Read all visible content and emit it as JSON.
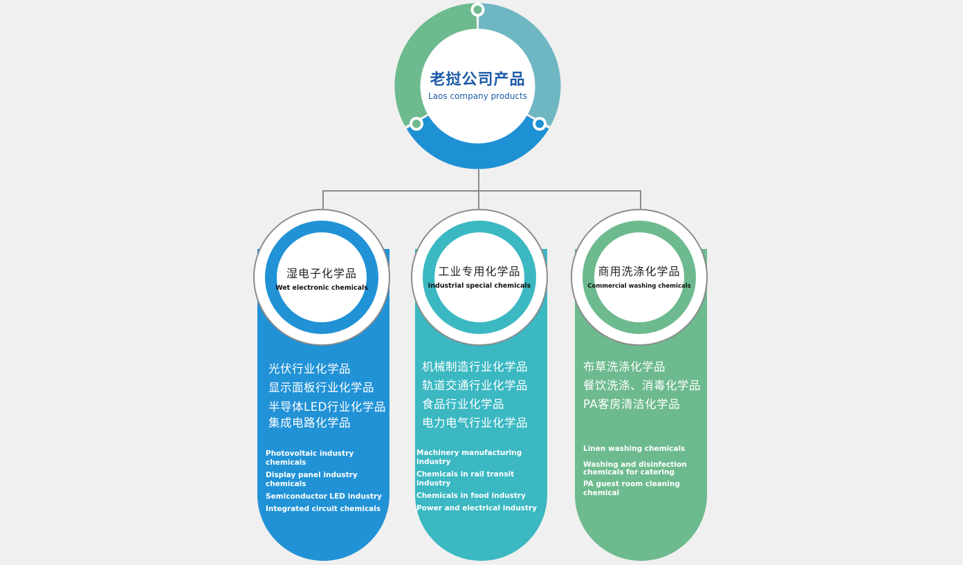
{
  "hub": {
    "title": "老挝公司产品",
    "subtitle": "Laos company products",
    "colors": {
      "green": "#6dba8e",
      "teal": "#6fb6c3",
      "blue": "#1e90d4"
    }
  },
  "categories": [
    {
      "title_cn": "湿电子化学品",
      "title_en": "Wet electronic chemicals",
      "color": "#2192d6",
      "items_cn": [
        "光伏行业化学品",
        "显示面板行业化学品",
        "半导体LED行业化学品",
        "集成电路化学品"
      ],
      "items_en": [
        "Photovoltaic industry chemicals",
        "Display panel industry chemicals",
        "Semiconductor LED industry",
        "Integrated circuit chemicals"
      ]
    },
    {
      "title_cn": "工业专用化学品",
      "title_en": "Industrial special chemicals",
      "color": "#3bb8c2",
      "items_cn": [
        "机械制造行业化学品",
        "轨道交通行业化学品",
        "食品行业化学品",
        "电力电气行业化学品"
      ],
      "items_en": [
        "Machinery manufacturing industry",
        "Chemicals in rail transit industry",
        "Chemicals in food industry",
        "Power and electrical industry"
      ]
    },
    {
      "title_cn": "商用洗涤化学品",
      "title_en": "Commercial washing chemicals",
      "color": "#6dba8e",
      "items_cn": [
        "布草洗涤化学品",
        "餐饮洗涤、消毒化学品",
        "PA客房清洁化学品"
      ],
      "items_en": [
        "Linen washing chemicals",
        "Washing and disinfection chemicals for catering",
        "PA guest room cleaning chemical"
      ]
    }
  ]
}
